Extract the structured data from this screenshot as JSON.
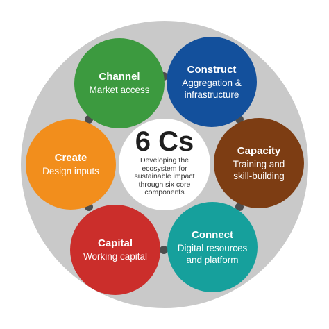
{
  "colors": {
    "ring": "#c9c9c9",
    "connector": "#4d4d4d",
    "background": "#ffffff"
  },
  "center": {
    "title": "6 Cs",
    "lines": [
      "Developing the",
      "ecosystem for",
      "sustainable impact",
      "through six core",
      "components"
    ]
  },
  "nodes": [
    {
      "key": "channel",
      "title": "Channel",
      "lines": [
        "Market access"
      ],
      "color": "#3c9a3f"
    },
    {
      "key": "construct",
      "title": "Construct",
      "lines": [
        "Aggregation &",
        "infrastructure"
      ],
      "color": "#13509c"
    },
    {
      "key": "capacity",
      "title": "Capacity",
      "lines": [
        "Training and",
        "skill-building"
      ],
      "color": "#7d3d13"
    },
    {
      "key": "connect",
      "title": "Connect",
      "lines": [
        "Digital resources",
        "and platform"
      ],
      "color": "#16a09c"
    },
    {
      "key": "capital",
      "title": "Capital",
      "lines": [
        "Working capital"
      ],
      "color": "#cb2e2b"
    },
    {
      "key": "create",
      "title": "Create",
      "lines": [
        "Design inputs"
      ],
      "color": "#f28e1c"
    }
  ]
}
